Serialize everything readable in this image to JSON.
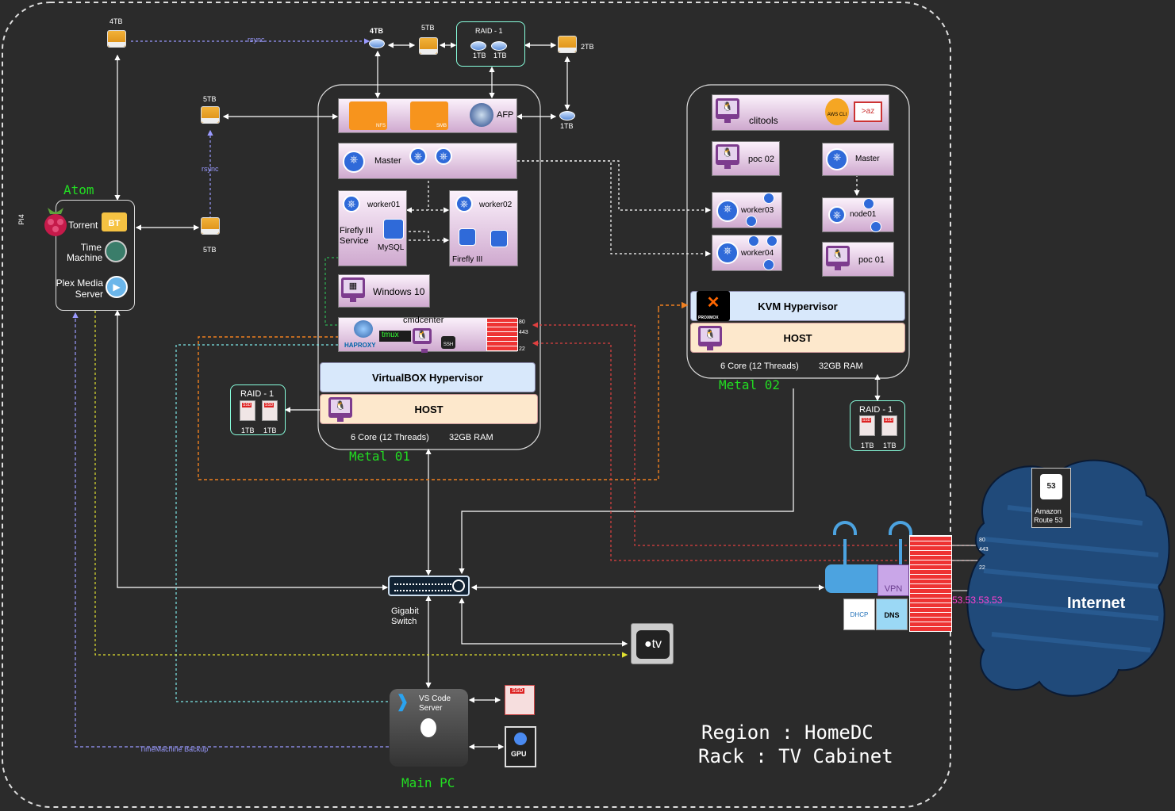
{
  "region_label": "Region : HomeDC",
  "rack_label": "Rack : TV Cabinet",
  "pi": {
    "name": "Atom",
    "model": "PI4",
    "services": [
      "Torrent",
      "Time Machine",
      "Plex Media Server"
    ]
  },
  "disks": {
    "top_left": "4TB",
    "mid_left": "5TB",
    "pi_disk": "5TB",
    "hdd_top": "4TB",
    "usb_top": "5TB",
    "raid_top": "RAID - 1",
    "raid_top_a": "1TB",
    "raid_top_b": "1TB",
    "usb_right": "2TB",
    "hdd_right": "1TB"
  },
  "links": {
    "rsync_top": "rsync",
    "rsync_left": "rsync",
    "timemachine": "TimeMachine Backup"
  },
  "metal01": {
    "name": "Metal 01",
    "shares": [
      "NFS",
      "SMB",
      "AFP"
    ],
    "master": "Master",
    "worker01": "worker01",
    "worker02": "worker02",
    "firefly_service": "Firefly III\nService",
    "mysql": "MySQL",
    "firefly": "Firefly III",
    "windows": "Windows 10",
    "cmdcenter": "cmdcenter",
    "tmux": "tmux",
    "haproxy": "HAPROXY",
    "ssh": "SSH",
    "ports": [
      "80",
      "443",
      "22"
    ],
    "hypervisor": "VirtualBOX Hypervisor",
    "host": "HOST",
    "cpu": "6 Core (12 Threads)",
    "ram": "32GB RAM",
    "raid": "RAID - 1",
    "raid_a": "1TB",
    "raid_b": "1TB"
  },
  "metal02": {
    "name": "Metal 02",
    "clitools": "clitools",
    "aws": "AWS CLI",
    "az": ">az",
    "poc02": "poc 02",
    "master": "Master",
    "worker03": "worker03",
    "node01": "node01",
    "worker04": "worker04",
    "poc01": "poc 01",
    "proxmox": "PROXMOX",
    "hypervisor": "KVM Hypervisor",
    "host": "HOST",
    "cpu": "6 Core (12 Threads)",
    "ram": "32GB RAM",
    "raid": "RAID - 1",
    "raid_a": "1TB",
    "raid_b": "1TB"
  },
  "switch": "Gigabit\nSwitch",
  "router": {
    "vpn": "VPN",
    "dhcp": "DHCP",
    "dns": "DNS",
    "public_ip": "53.53.53.53",
    "ports": [
      "80",
      "443",
      "22"
    ]
  },
  "internet": "Internet",
  "route53": "Amazon\nRoute 53",
  "route53_badge": "53",
  "appletv": "tv",
  "mainpc": {
    "name": "Main PC",
    "vscode": "VS Code\nServer",
    "ssd": "SSD",
    "gpu": "GPU"
  },
  "icons": [
    "raspberry-pi-icon",
    "bittorrent-icon",
    "time-machine-icon",
    "plex-icon",
    "usb-disk-icon",
    "hdd-icon",
    "ssd-icon",
    "folder-icon",
    "afp-globe-icon",
    "kubernetes-icon",
    "linux-tux-icon",
    "windows-icon",
    "firewall-icon",
    "router-icon",
    "cloud-icon",
    "apple-icon",
    "vscode-icon",
    "gpu-icon",
    "switch-icon"
  ]
}
